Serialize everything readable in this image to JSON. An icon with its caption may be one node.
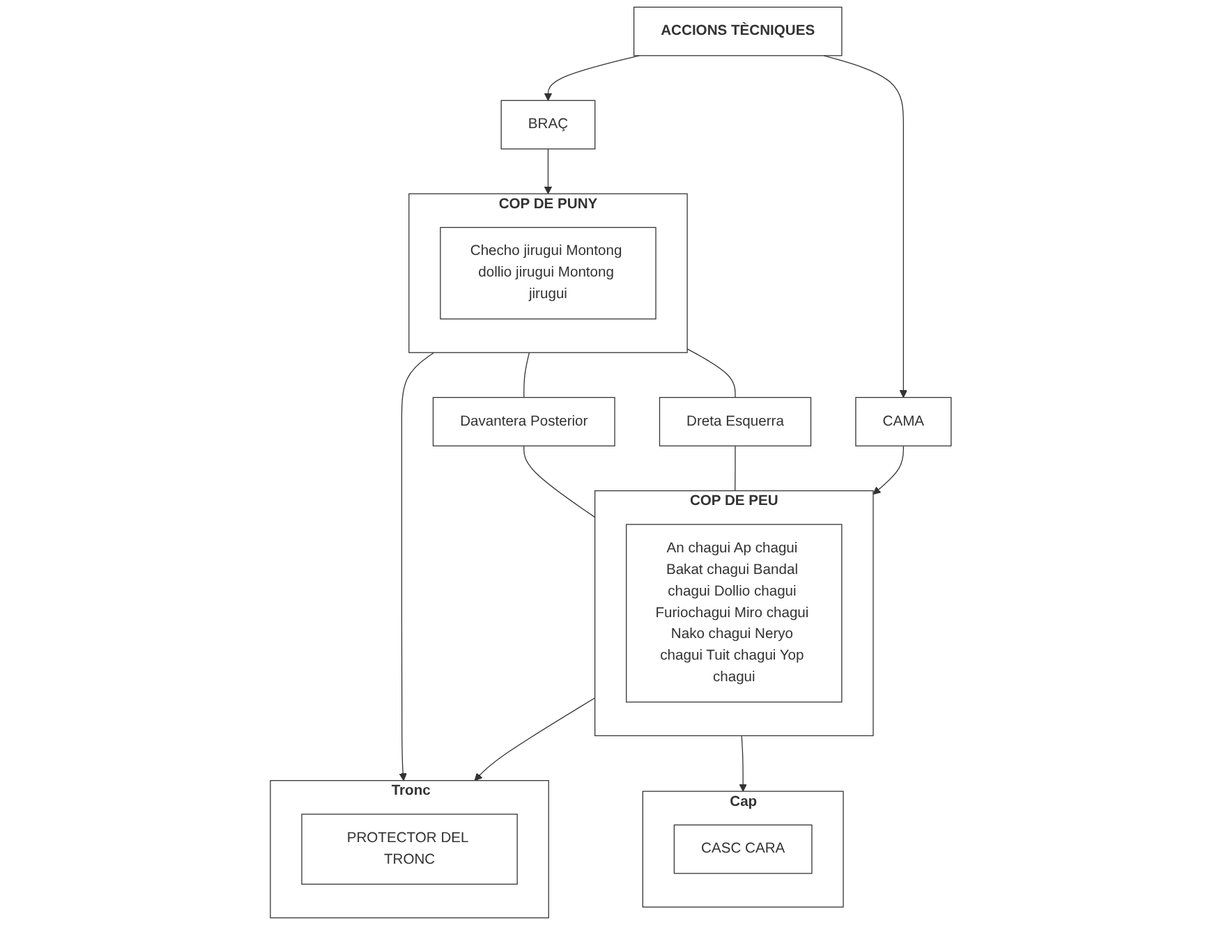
{
  "diagram": {
    "nodes": [
      {
        "text": [
          "ACCIONS TÈCNIQUES"
        ]
      },
      {
        "text": [
          "BRAÇ"
        ]
      },
      {
        "text": [
          "CAMA"
        ]
      },
      {
        "text": [
          "COP DE PUNY"
        ]
      },
      {
        "text": [
          "Checho jirugui Montong dollio jirugui Montong jirugui"
        ],
        "in": 3
      },
      {
        "text": [
          "Tronc"
        ]
      },
      {
        "text": [
          "PROTECTOR DEL TRONC"
        ],
        "in": 5
      },
      {
        "text": [
          "COP DE PEU"
        ]
      },
      {
        "text": [
          "An chagui Ap chagui Bakat chagui Bandal chagui Dollio chagui Furiochagui Miro chagui Nako chagui Neryo chagui Tuit chagui Yop chagui"
        ],
        "in": 7
      },
      {
        "text": [
          "Cap"
        ]
      },
      {
        "text": [
          "CASC CARA"
        ],
        "in": 9
      },
      {
        "text": [
          "Davantera Posterior"
        ]
      },
      {
        "text": [
          "Dreta Esquerra"
        ]
      }
    ],
    "edges": [
      {
        "from": 0,
        "to": 1,
        "arrow": "to"
      },
      {
        "from": 0,
        "to": 2,
        "arrow": "to"
      },
      {
        "from": 1,
        "to": 3,
        "arrow": "to"
      },
      {
        "from": 2,
        "to": 7,
        "arrow": "to"
      },
      {
        "from": 3,
        "to": 5,
        "arrow": "to"
      },
      {
        "from": 7,
        "to": 5,
        "arrow": "to"
      },
      {
        "from": 7,
        "to": 9,
        "arrow": "to"
      },
      {
        "from": 3,
        "to": 11,
        "arrow": "none"
      },
      {
        "from": 3,
        "to": 12,
        "arrow": "none"
      },
      {
        "from": 11,
        "to": 7,
        "arrow": "none"
      },
      {
        "from": 12,
        "to": 7,
        "arrow": "none"
      }
    ]
  }
}
